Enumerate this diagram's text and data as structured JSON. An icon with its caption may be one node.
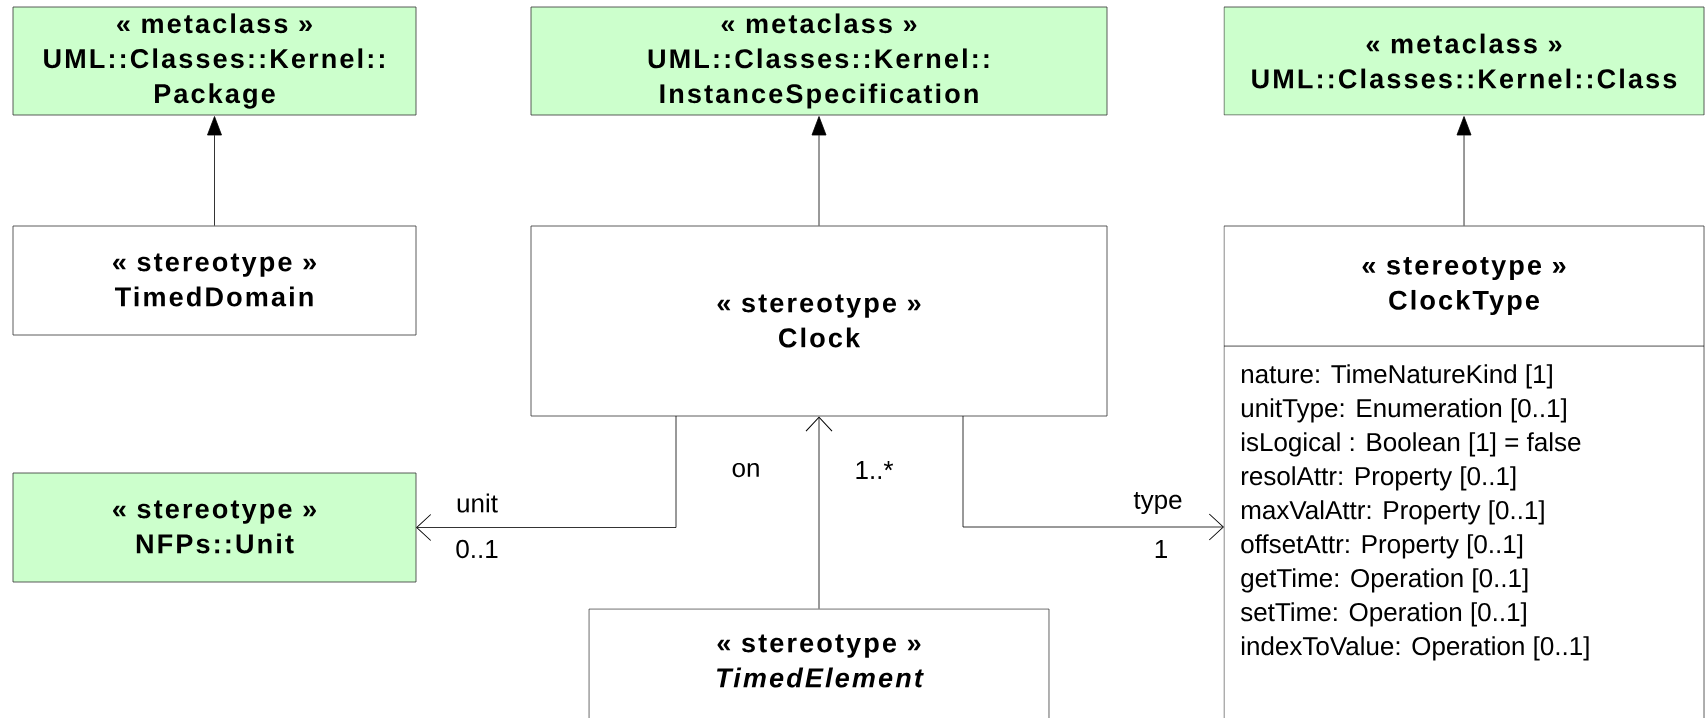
{
  "diagram": {
    "nodes": [
      {
        "text": [
          "« metaclass »",
          "UML::Classes::Kernel::",
          "Package"
        ]
      },
      {
        "text": [
          "« metaclass »",
          "UML::Classes::Kernel::",
          "InstanceSpecification"
        ]
      },
      {
        "text": [
          "« metaclass »",
          "UML::Classes::Kernel::Class"
        ]
      },
      {
        "text": [
          "« stereotype »",
          "TimedDomain"
        ]
      },
      {
        "text": [
          "« stereotype »",
          "Clock"
        ]
      },
      {
        "text": [
          "« stereotype »",
          "ClockType",
          "nature: TimeNatureKind [1]",
          "unitType: Enumeration [0..1]",
          "isLogical : Boolean  [1] = false",
          "resolAttr: Property [0..1]",
          "maxValAttr: Property [0..1]",
          "offsetAttr: Property [0..1]",
          "getTime: Operation [0..1]",
          "setTime: Operation [0..1]",
          "indexToValue: Operation [0..1]"
        ]
      },
      {
        "text": [
          "« stereotype »",
          "NFPs::Unit"
        ]
      },
      {
        "text": [
          "« stereotype »",
          "TimedElement"
        ]
      }
    ],
    "edges": [
      {
        "from": 3,
        "to": 0,
        "arrow": "to"
      },
      {
        "from": 4,
        "to": 1,
        "arrow": "to"
      },
      {
        "from": 5,
        "to": 2,
        "arrow": "to"
      },
      {
        "from": 7,
        "to": 4,
        "arrow": "to",
        "label": "on"
      },
      {
        "from": 4,
        "to": 6,
        "arrow": "to",
        "label": "unit"
      },
      {
        "from": 4,
        "to": 5,
        "arrow": "to",
        "label": "type"
      }
    ],
    "labels": [
      "1..*",
      "0..1",
      "1"
    ]
  }
}
